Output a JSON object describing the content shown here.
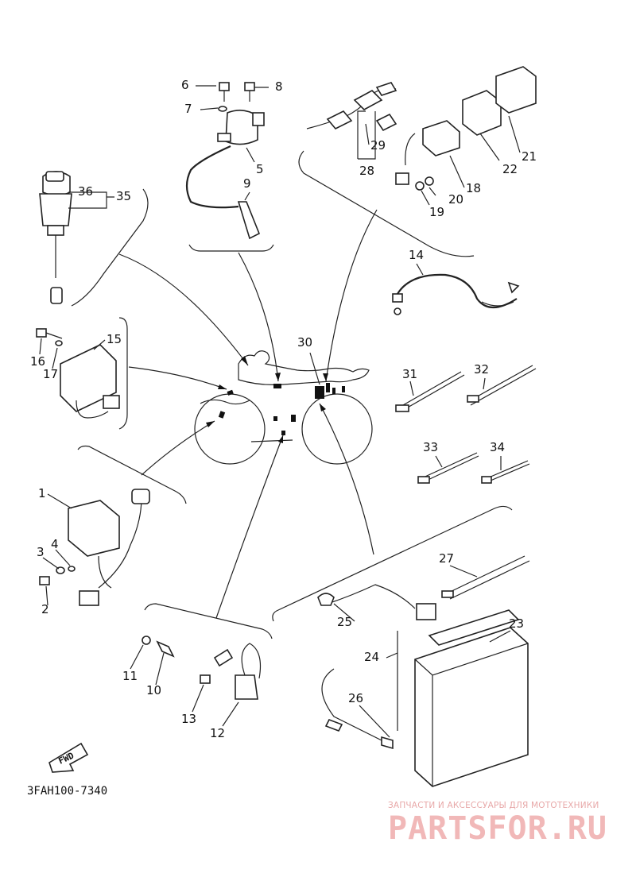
{
  "diagram_code": "3FAH100-7340",
  "fwd_label": "FWD",
  "watermark": {
    "subtitle": "ЗАПЧАСТИ И АКСЕССУАРЫ ДЛЯ МОТОТЕХНИКИ",
    "brand": "PARTSFOR.RU"
  },
  "callouts": {
    "n1": "1",
    "n2": "2",
    "n3": "3",
    "n4": "4",
    "n5": "5",
    "n6": "6",
    "n7": "7",
    "n8": "8",
    "n9": "9",
    "n10": "10",
    "n11": "11",
    "n12": "12",
    "n13": "13",
    "n14": "14",
    "n15": "15",
    "n16": "16",
    "n17": "17",
    "n18": "18",
    "n19": "19",
    "n20": "20",
    "n21": "21",
    "n22": "22",
    "n23": "23",
    "n24": "24",
    "n25": "25",
    "n26": "26",
    "n27": "27",
    "n28": "28",
    "n29": "29",
    "n30": "30",
    "n31": "31",
    "n32": "32",
    "n33": "33",
    "n34": "34",
    "n35": "35",
    "n36": "36"
  }
}
